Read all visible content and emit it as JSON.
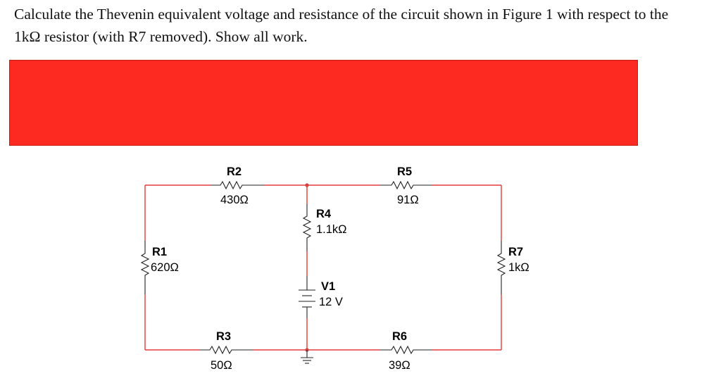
{
  "question": {
    "text": "Calculate the Thevenin equivalent voltage and resistance of the circuit shown in Figure 1 with respect to the 1kΩ resistor (with R7 removed). Show all work."
  },
  "redaction": {
    "color": "#fd2a22"
  },
  "colors": {
    "wire": "#e23a3a",
    "component": "#222222"
  },
  "circuit": {
    "R1": {
      "ref": "R1",
      "value": "620Ω"
    },
    "R2": {
      "ref": "R2",
      "value": "430Ω"
    },
    "R3": {
      "ref": "R3",
      "value": "50Ω"
    },
    "R4": {
      "ref": "R4",
      "value": "1.1kΩ"
    },
    "R5": {
      "ref": "R5",
      "value": "91Ω"
    },
    "R6": {
      "ref": "R6",
      "value": "39Ω"
    },
    "R7": {
      "ref": "R7",
      "value": "1kΩ"
    },
    "V1": {
      "ref": "V1",
      "value": "12 V"
    }
  }
}
